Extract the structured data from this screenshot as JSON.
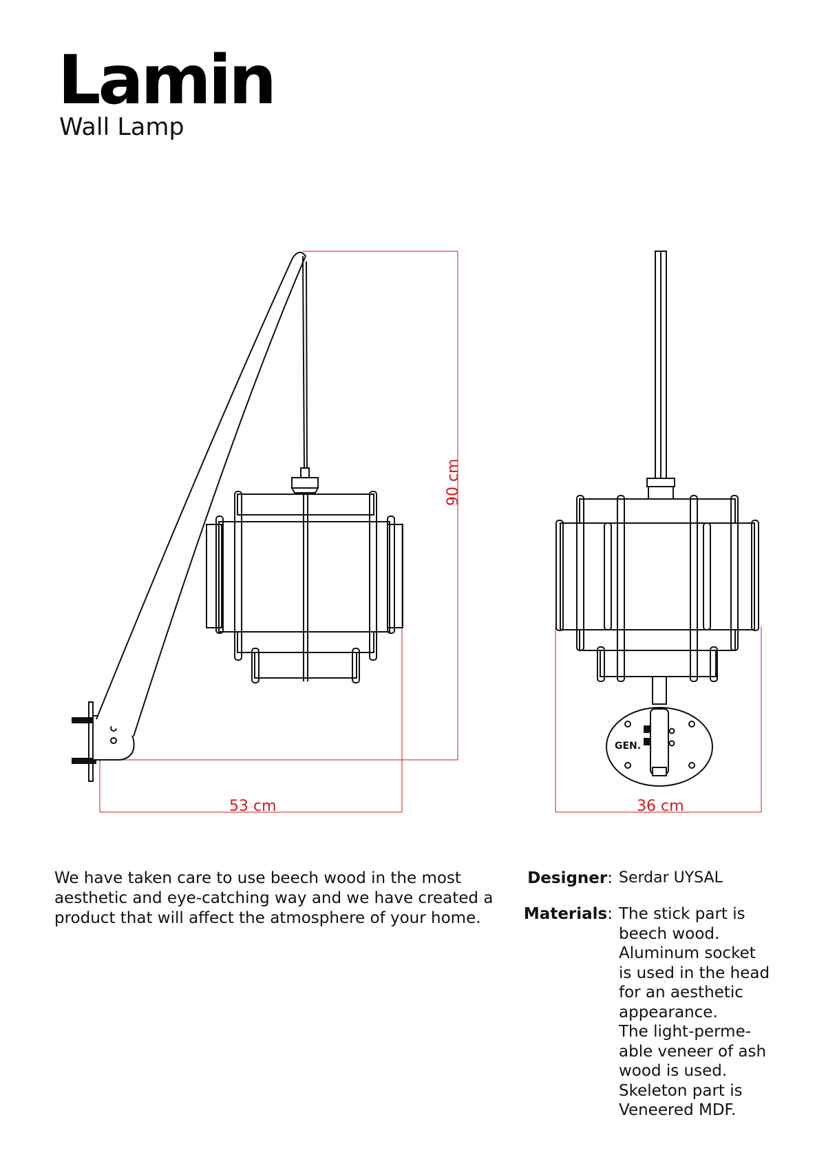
{
  "header": {
    "title": "Lamin",
    "subtitle": "Wall Lamp"
  },
  "drawings": {
    "side_view": {
      "height_label": "90 cm",
      "width_label": "53 cm"
    },
    "front_view": {
      "width_label": "36 cm",
      "plate_logo": "GEN."
    }
  },
  "description": "We have taken care to use beech wood in the most aesthetic and eye-catching way and we have created a product that will affect the atmosphere of your home.",
  "specs": {
    "designer_label": "Designer",
    "designer_value": "Serdar UYSAL",
    "materials_label": "Materials",
    "materials_lines": [
      "The stick part is",
      "beech wood.",
      "Aluminum socket",
      "is used in the head",
      "for an aesthetic",
      "appearance.",
      "The light-perme-",
      "able veneer of ash",
      "wood is used.",
      "Skeleton part is",
      "Veneered MDF."
    ]
  },
  "colors": {
    "dimension": "#d21a1a",
    "line": "#111111"
  }
}
